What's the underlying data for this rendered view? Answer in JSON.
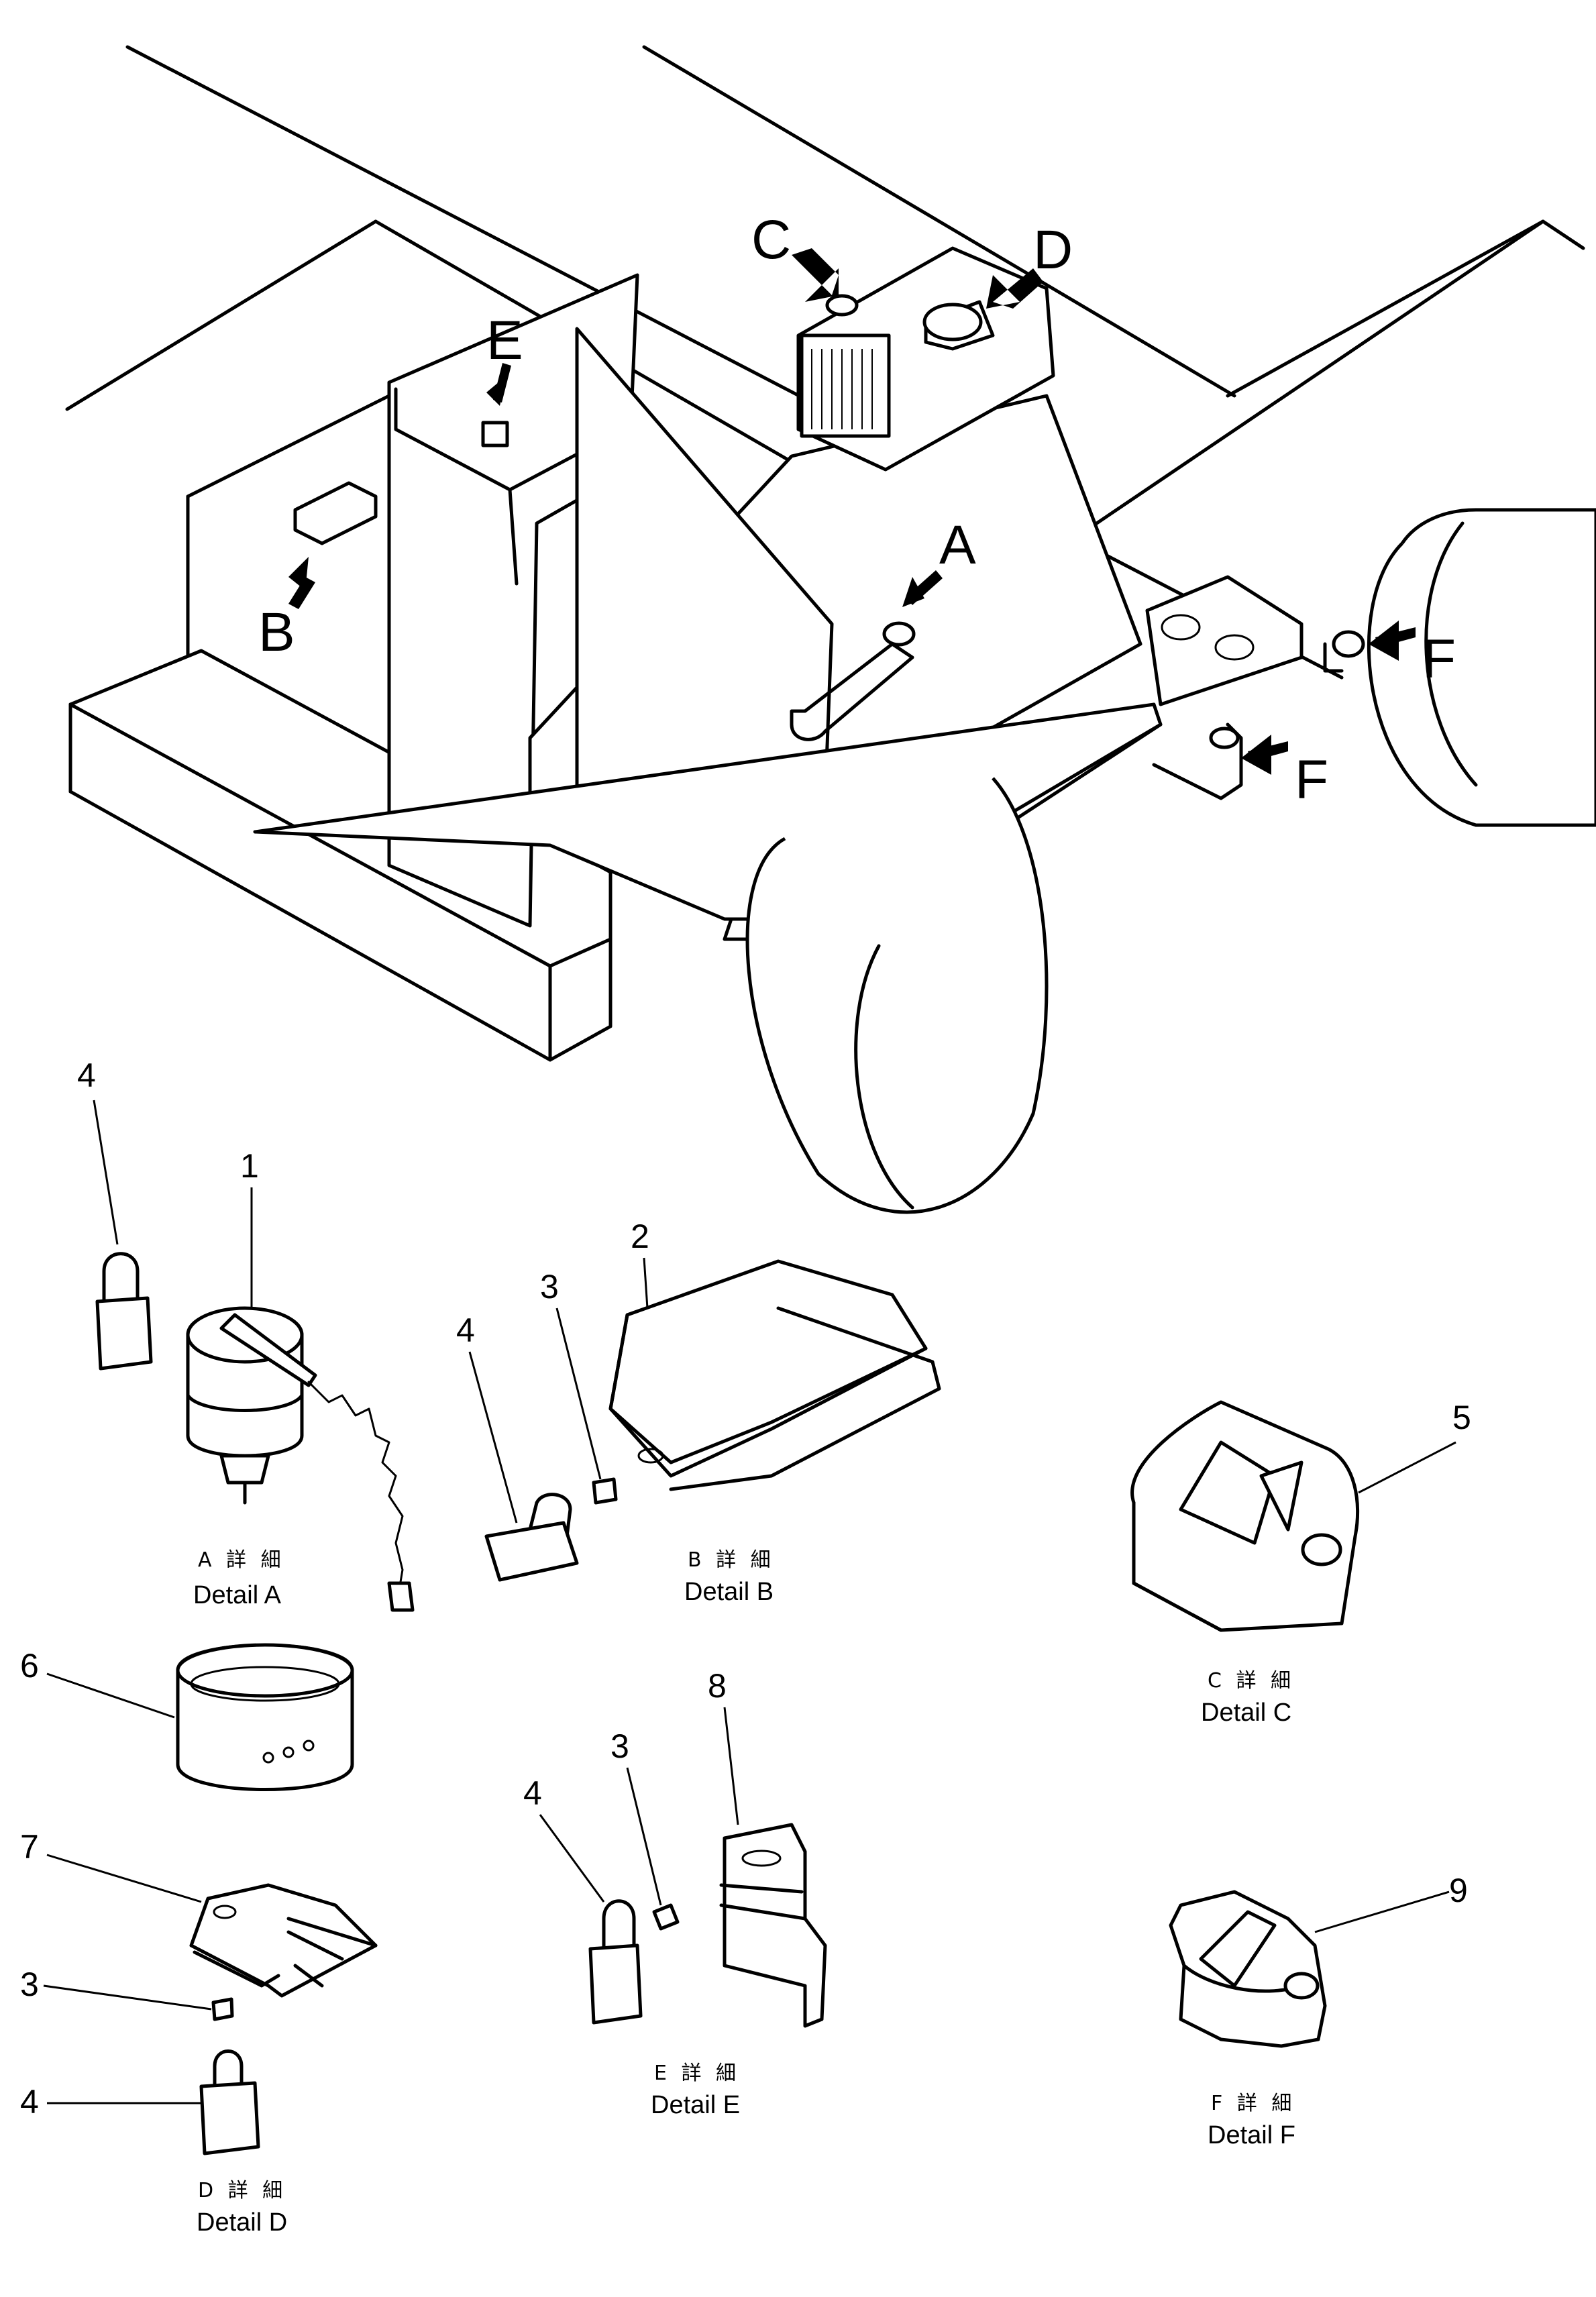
{
  "views": {
    "a": "A",
    "b": "B",
    "c": "C",
    "d": "D",
    "e": "E",
    "f1": "F",
    "f2": "F"
  },
  "parts": {
    "p1": "1",
    "p2": "2",
    "p3a": "3",
    "p3b": "3",
    "p3c": "3",
    "p4a": "4",
    "p4b": "4",
    "p4c": "4",
    "p4d": "4",
    "p5": "5",
    "p6": "6",
    "p7": "7",
    "p8": "8",
    "p9": "9"
  },
  "details": {
    "a": {
      "ja": "A 詳 細",
      "en": "Detail  A"
    },
    "b": {
      "ja": "B 詳 細",
      "en": "Detail  B"
    },
    "c": {
      "ja": "C 詳 細",
      "en": "Detail  C"
    },
    "d": {
      "ja": "D 詳 細",
      "en": "Detail  D"
    },
    "e": {
      "ja": "E 詳 細",
      "en": "Detail  E"
    },
    "f": {
      "ja": "F 詳 細",
      "en": "Detail  F"
    }
  },
  "icons": [
    "padlock-icon",
    "fuel-cap-icon",
    "cover-plate-icon",
    "washer-icon",
    "band-icon",
    "bracket-icon",
    "cap-icon"
  ]
}
